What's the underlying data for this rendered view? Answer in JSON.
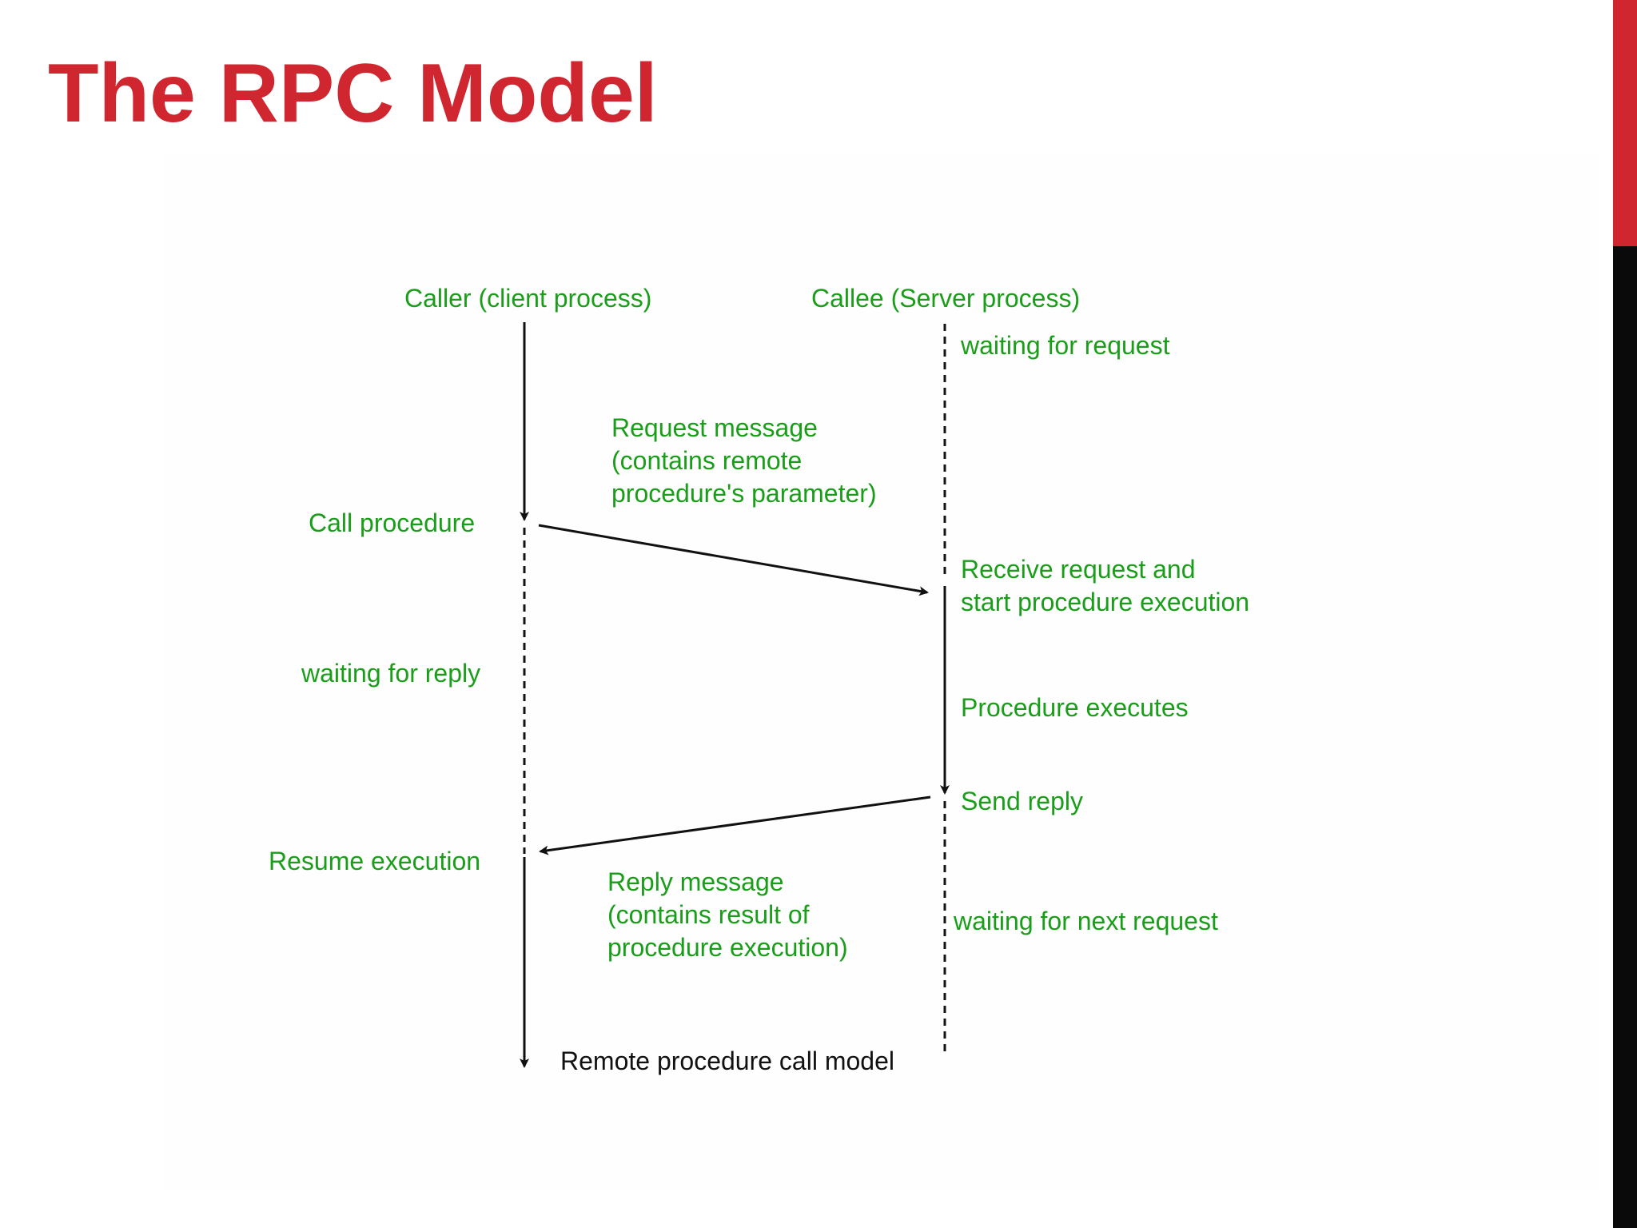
{
  "slide": {
    "title": "The RPC Model"
  },
  "colors": {
    "title": "#d0262f",
    "label": "#1a9e1a",
    "caption": "#111111",
    "accent_red": "#d0262f",
    "accent_black": "#0a0a0a"
  },
  "diagram": {
    "client_header": "Caller (client process)",
    "server_header": "Callee (Server process)",
    "server_waiting_request": "waiting for request",
    "request_message": [
      "Request message",
      "(contains remote",
      "procedure's parameter)"
    ],
    "call_procedure": "Call procedure",
    "receive_request": [
      "Receive request and",
      "start procedure execution"
    ],
    "client_waiting_reply": "waiting for reply",
    "procedure_executes": "Procedure executes",
    "send_reply": "Send reply",
    "resume_execution": "Resume execution",
    "reply_message": [
      "Reply message",
      "(contains result of",
      "procedure execution)"
    ],
    "server_waiting_next": "waiting for next request",
    "caption": "Remote procedure call model"
  }
}
